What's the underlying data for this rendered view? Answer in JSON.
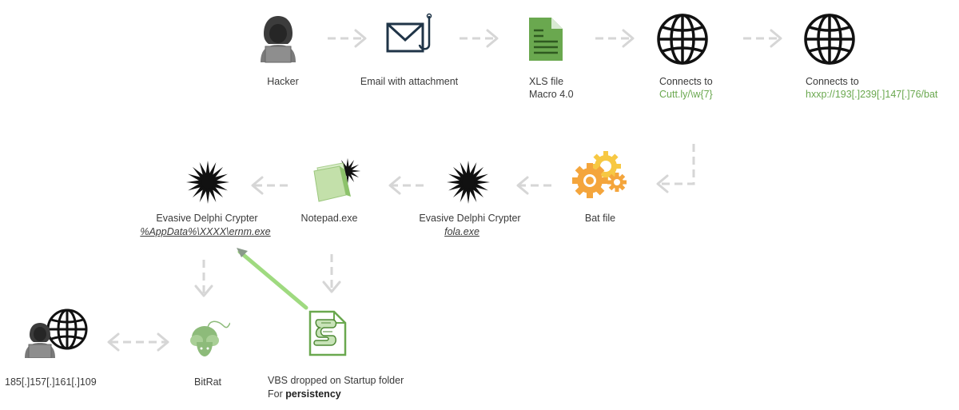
{
  "nodes": {
    "hacker": {
      "label": "Hacker",
      "icon": "hacker-icon"
    },
    "email": {
      "label": "Email with attachment",
      "icon": "phishing-email-icon"
    },
    "xls": {
      "line1": "XLS file",
      "line2": "Macro 4.0",
      "icon": "spreadsheet-file-icon"
    },
    "connect1": {
      "line1": "Connects to",
      "line2": "Cutt.ly/\\w{7}",
      "icon": "globe-icon"
    },
    "connect2": {
      "line1": "Connects to",
      "line2": "hxxp://193[.]239[.]147[.]76/bat",
      "icon": "globe-icon"
    },
    "bat": {
      "label": "Bat file",
      "icon": "gears-icon"
    },
    "crypter1": {
      "line1": "Evasive Delphi Crypter",
      "line2": "fola.exe",
      "icon": "crypter-burst-icon"
    },
    "notepad": {
      "label": "Notepad.exe",
      "icon": "notepad-icon"
    },
    "crypter2": {
      "line1": "Evasive Delphi Crypter",
      "line2": "%AppData%\\XXXX\\ernm.exe",
      "icon": "crypter-burst-icon"
    },
    "c2": {
      "label": "185[.]157[.]161[.]109",
      "icon": "hacker-globe-icon"
    },
    "bitrat": {
      "label": "BitRat",
      "icon": "rat-icon"
    },
    "vbs": {
      "line1": "VBS dropped on Startup folder",
      "line2_prefix": "For ",
      "line2_bold": "persistency",
      "icon": "script-file-icon"
    }
  },
  "colors": {
    "arrow": "#d6d6d6",
    "persistence_arrow": "#8fd46a",
    "ioc_text": "#6aa84f",
    "xls_green": "#6aa84f",
    "gear_orange": "#f4a53c",
    "gear_yellow": "#f7c843"
  }
}
